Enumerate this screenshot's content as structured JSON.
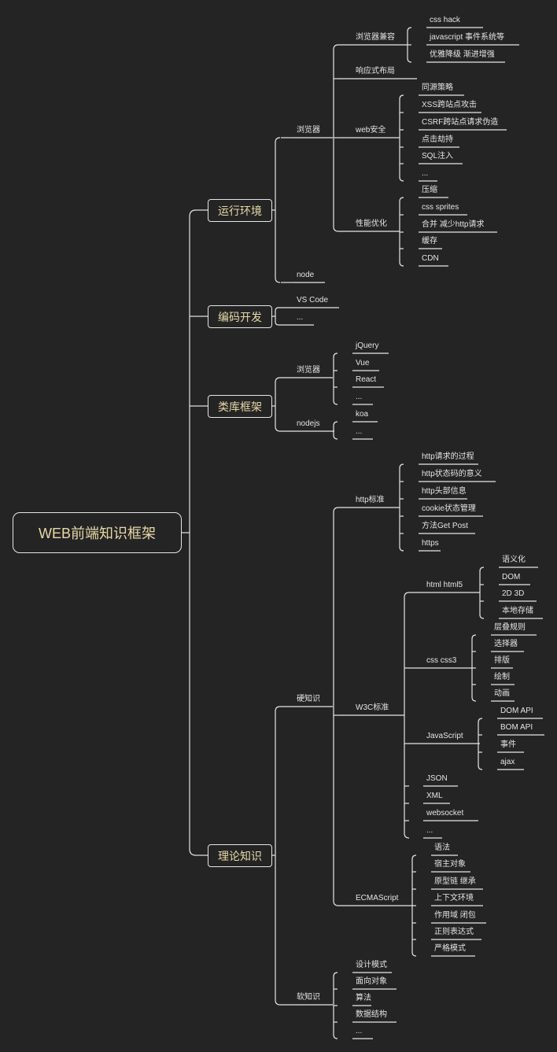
{
  "root": {
    "label": "WEB前端知识框架"
  },
  "runtime": {
    "label": "运行环境",
    "browser": {
      "label": "浏览器",
      "compat": {
        "label": "浏览器兼容",
        "items": [
          "css hack",
          "javascript 事件系统等",
          "优雅降级 渐进增强"
        ]
      },
      "responsive": "响应式布局",
      "security": {
        "label": "web安全",
        "items": [
          "同源策略",
          "XSS跨站点攻击",
          "CSRF跨站点请求伪造",
          "点击劫持",
          "SQL注入",
          "..."
        ]
      },
      "perf": {
        "label": "性能优化",
        "items": [
          "压缩",
          "css sprites",
          "合并 减少http请求",
          "缓存",
          "CDN"
        ]
      }
    },
    "node": "node"
  },
  "coding": {
    "label": "编码开发",
    "items": [
      "VS Code",
      "..."
    ]
  },
  "libs": {
    "label": "类库框架",
    "browser": {
      "label": "浏览器",
      "items": [
        "jQuery",
        "Vue",
        "React",
        "..."
      ]
    },
    "nodejs": {
      "label": "nodejs",
      "items": [
        "koa",
        "..."
      ]
    }
  },
  "theory": {
    "label": "理论知识",
    "hard": {
      "label": "硬知识",
      "http": {
        "label": "http标准",
        "items": [
          "http请求的过程",
          "http状态码的意义",
          "http头部信息",
          "cookie状态管理",
          "方法Get Post",
          "https"
        ]
      },
      "w3c": {
        "label": "W3C标准",
        "html": {
          "label": "html html5",
          "items": [
            "语义化",
            "DOM",
            "2D 3D",
            "本地存储"
          ]
        },
        "css": {
          "label": "css css3",
          "items": [
            "层叠规则",
            "选择器",
            "排版",
            "绘制",
            "动画"
          ]
        },
        "js": {
          "label": "JavaScript",
          "items": [
            "DOM API",
            "BOM API",
            "事件",
            "ajax"
          ]
        },
        "others": [
          "JSON",
          "XML",
          "websocket",
          "..."
        ]
      },
      "ecma": {
        "label": "ECMAScript",
        "items": [
          "语法",
          "宿主对象",
          "原型链 继承",
          "上下文环境",
          "作用域 闭包",
          "正则表达式",
          "严格模式"
        ]
      }
    },
    "soft": {
      "label": "软知识",
      "items": [
        "设计模式",
        "面向对象",
        "算法",
        "数据结构",
        "..."
      ]
    }
  }
}
